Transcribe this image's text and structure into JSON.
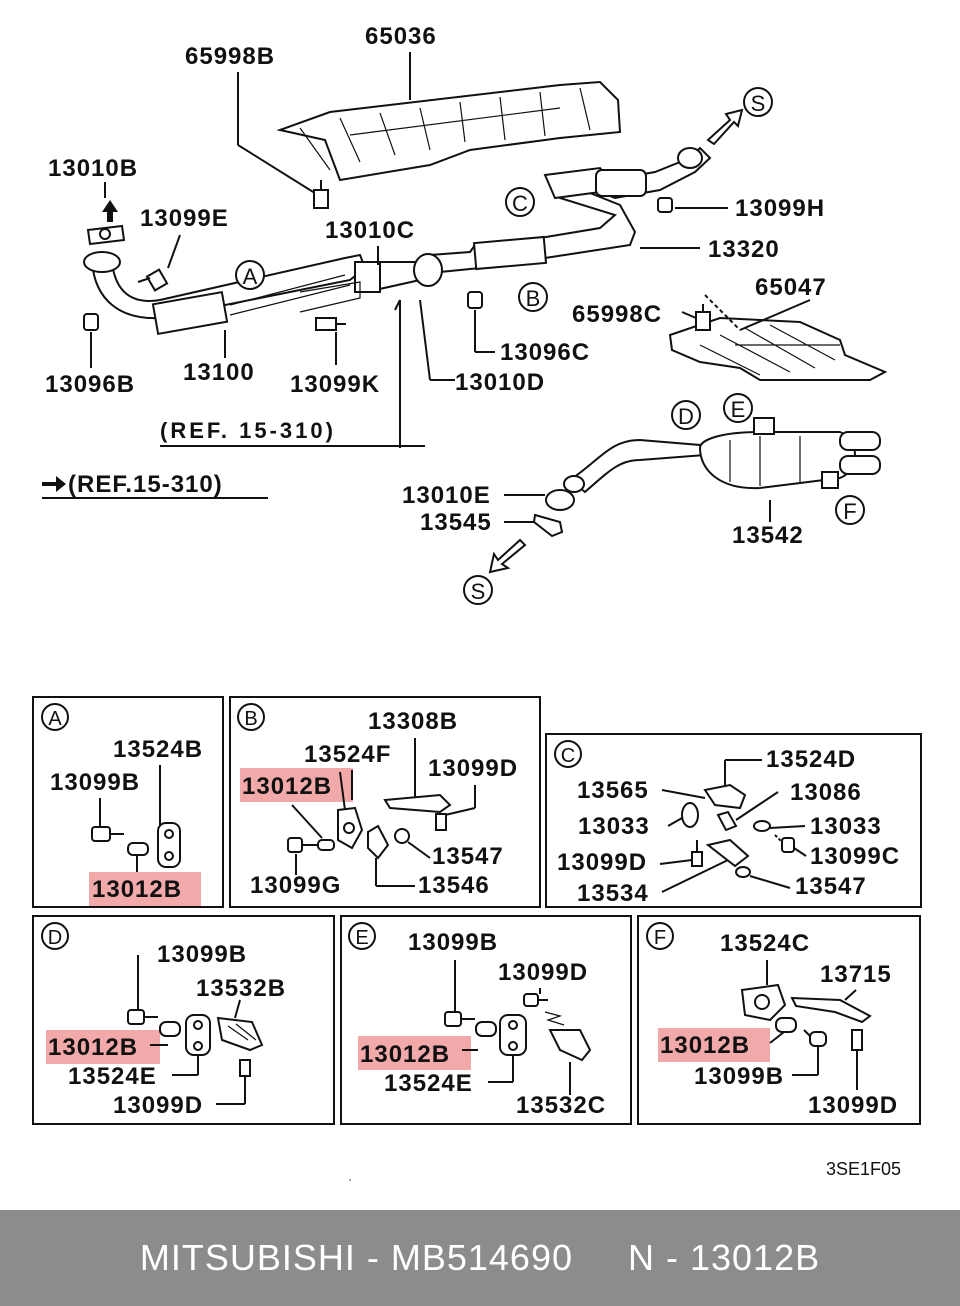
{
  "main_labels": {
    "l65998B": "65998B",
    "l65036": "65036",
    "l13010B": "13010B",
    "l13099E": "13099E",
    "l13010C": "13010C",
    "l13099H": "13099H",
    "l13320": "13320",
    "l65998C": "65998C",
    "l65047": "65047",
    "l13096C": "13096C",
    "l13010D": "13010D",
    "l13096B": "13096B",
    "l13100": "13100",
    "l13099K": "13099K",
    "l13010E": "13010E",
    "l13545": "13545",
    "l13542": "13542"
  },
  "refs": {
    "ref1": "(REF. 15-310)",
    "ref2": "(REF.15-310)"
  },
  "callouts": [
    "A",
    "B",
    "C",
    "D",
    "E",
    "F",
    "S"
  ],
  "detail_A": {
    "letter": "A",
    "labels": [
      "13524B",
      "13099B",
      "13012B"
    ]
  },
  "detail_B": {
    "letter": "B",
    "labels": [
      "13308B",
      "13524F",
      "13012B",
      "13099D",
      "13547",
      "13099G",
      "13546"
    ]
  },
  "detail_C": {
    "letter": "C",
    "labels": [
      "13524D",
      "13565",
      "13086",
      "13033",
      "13033",
      "13099D",
      "13099C",
      "13534",
      "13547"
    ]
  },
  "detail_D": {
    "letter": "D",
    "labels": [
      "13099B",
      "13532B",
      "13012B",
      "13524E",
      "13099D"
    ]
  },
  "detail_E": {
    "letter": "E",
    "labels": [
      "13099B",
      "13099D",
      "13012B",
      "13524E",
      "13532C"
    ]
  },
  "detail_F": {
    "letter": "F",
    "labels": [
      "13524C",
      "13715",
      "13012B",
      "13099B",
      "13099D"
    ]
  },
  "diagram_code": "3SE1F05",
  "footer": {
    "text": "MITSUBISHI - MB514690     N - 13012B"
  },
  "colors": {
    "highlight": "#ef9a9a",
    "footer_bg": "#8c8c8c",
    "footer_text": "#ffffff"
  }
}
